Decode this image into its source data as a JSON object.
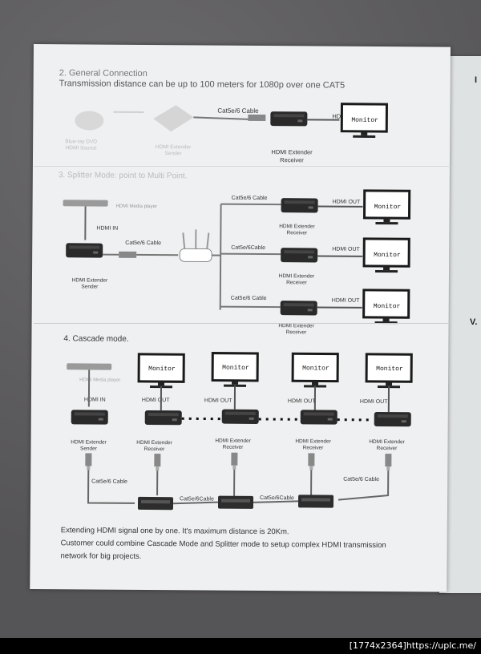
{
  "section2": {
    "title": "2. General Connection",
    "subtitle": "Transmission distance can be up to 100 meters for 1080p over one CAT5",
    "source_label": "Blue-ray DVD\nHDMI Source",
    "sender_label": "HDMI Extender\nSender",
    "cable_label": "Cat5e/6 Cable",
    "receiver_label": "HDMI Extender\nReceiver",
    "hdmi_out_label": "HDMI OUT",
    "monitor_label": "Monitor"
  },
  "section3": {
    "title": "3. Splitter Mode: point to Multi Point.",
    "media_player_label": "HDMI Media player",
    "hdmi_in_label": "HDMI IN",
    "cable_label": "Cat5e/6 Cable",
    "sender_label": "HDMI Extender\nSender",
    "branches": [
      {
        "cable": "Cat5e/6 Cable",
        "receiver": "HDMI Extender\nReceiver",
        "hdmi_out": "HDMI OUT",
        "monitor": "Monitor"
      },
      {
        "cable": "Cat5e/6Cable",
        "receiver": "HDMI Extender\nReceiver",
        "hdmi_out": "HDMI OUT",
        "monitor": "Monitor"
      },
      {
        "cable": "Cat5e/6 Cable",
        "receiver": "HDMI Extender\nReceiver",
        "hdmi_out": "HDMI OUT",
        "monitor": "Monitor"
      }
    ]
  },
  "section4": {
    "title": "4.  Cascade mode.",
    "media_player_label": "HDMI Media player",
    "hdmi_in_label": "HDMI IN",
    "sender_label": "HDMI Extender\nSender",
    "receivers": [
      {
        "label": "HDMI Extender\nReceiver",
        "hdmi_out": "HDMI OUT",
        "monitor": "Monitor"
      },
      {
        "label": "HDMI Extender\nReceiver",
        "hdmi_out": "HDMI OUT",
        "monitor": "Monitor"
      },
      {
        "label": "HDMI Extender\nReceiver",
        "hdmi_out": "HDMI OUT",
        "monitor": "Monitor"
      },
      {
        "label": "HDMI Extender\nReceiver",
        "hdmi_out": "HDMI OUT",
        "monitor": "Monitor"
      }
    ],
    "cable_left": "Cat5e/6 Cable",
    "cable_mid1": "Cat5e/6Cable",
    "cable_mid2": "Cat5e/6Cable",
    "cable_right": "Cat5e/6 Cable",
    "note_line1": "Extending HDMI signal one by one. It's maximum distance is 20Km.",
    "note_line2": "Customer could combine Cascade Mode and Splitter mode to setup complex HDMI transmission",
    "note_line3": "network for big projects."
  },
  "next_page_edge": {
    "top_letter": "I",
    "bottom_letter": "V."
  },
  "watermark": "[1774x2364]https://uplc.me/"
}
